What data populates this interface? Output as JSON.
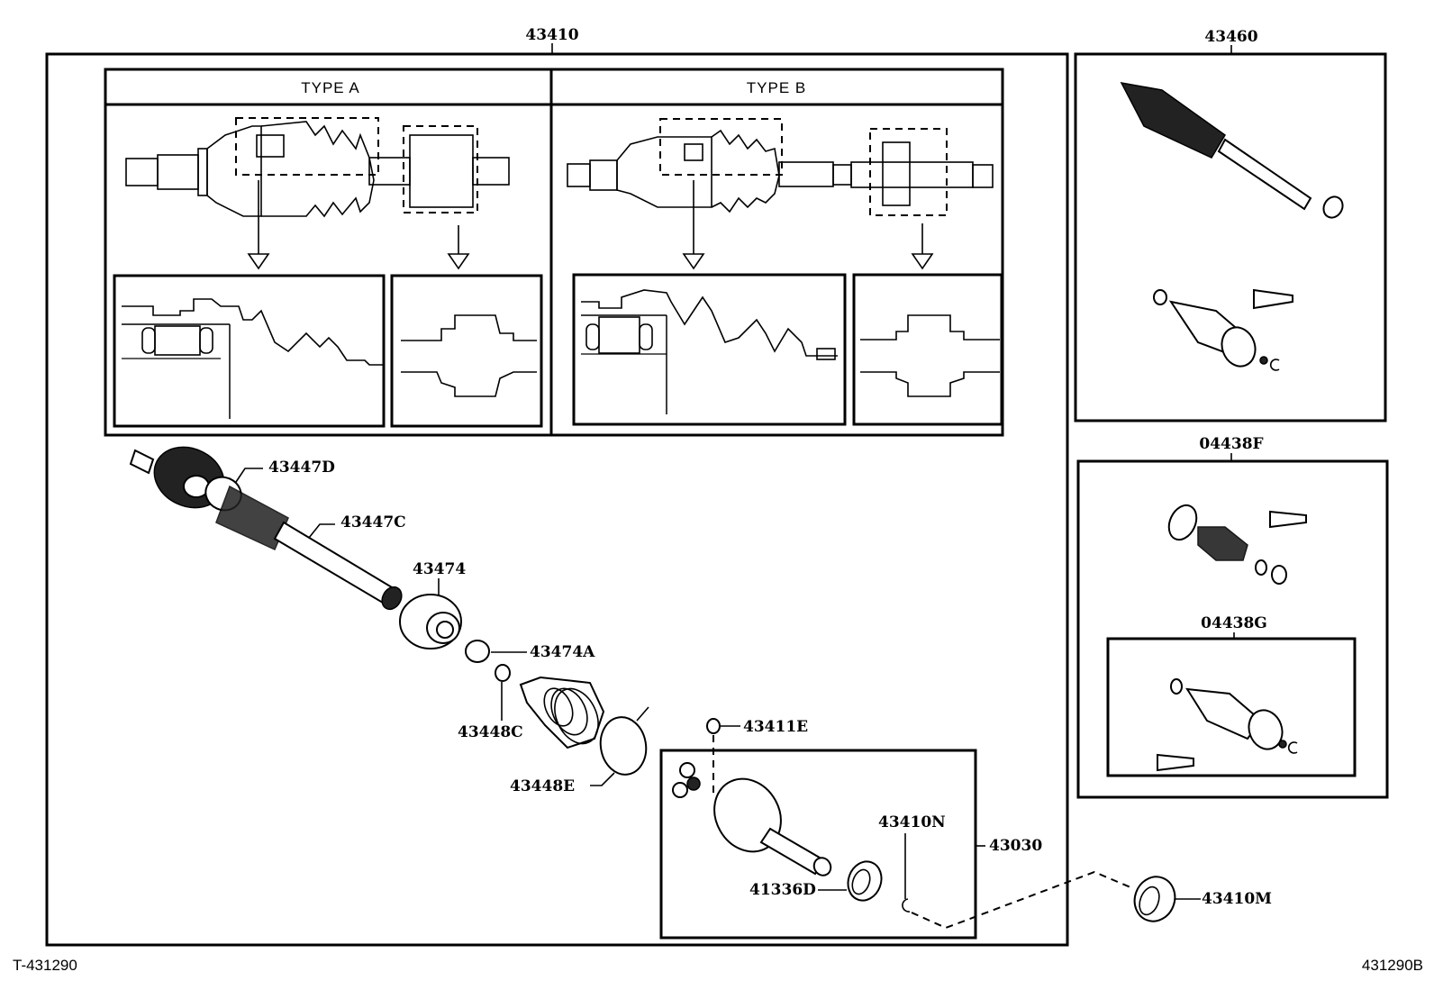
{
  "diagram": {
    "title_part": "43410",
    "type_panels": [
      {
        "label": "TYPE A"
      },
      {
        "label": "TYPE B"
      }
    ],
    "callouts": {
      "c43447D": "43447D",
      "c43447C": "43447C",
      "c43474": "43474",
      "c43474A": "43474A",
      "c43448C": "43448C",
      "c43448E": "43448E",
      "c43411E": "43411E",
      "c43410N": "43410N",
      "c43030": "43030",
      "c41336D": "41336D",
      "c43410M": "43410M"
    },
    "right_groups": {
      "g43460": "43460",
      "g04438F": "04438F",
      "g04438G": "04438G"
    },
    "footer": {
      "left": "T-431290",
      "right": "431290B"
    }
  }
}
